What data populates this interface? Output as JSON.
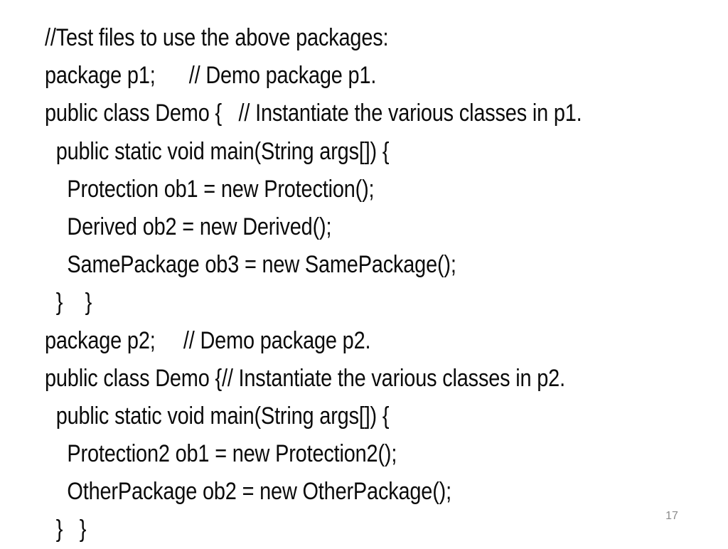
{
  "slide": {
    "background_color": "#ffffff",
    "text_color": "#0b0b0b",
    "page_number": "17",
    "page_number_color": "#8a8a8a",
    "code_lines": [
      "//Test files to use the above packages:",
      "package p1;      // Demo package p1.",
      "public class Demo {   // Instantiate the various classes in p1.",
      "  public static void main(String args[]) {",
      "    Protection ob1 = new Protection();",
      "    Derived ob2 = new Derived();",
      "    SamePackage ob3 = new SamePackage();",
      "  }    }",
      "package p2;     // Demo package p2.",
      "public class Demo {// Instantiate the various classes in p2.",
      "  public static void main(String args[]) {",
      "    Protection2 ob1 = new Protection2();",
      "    OtherPackage ob2 = new OtherPackage();",
      "  }   }"
    ]
  }
}
